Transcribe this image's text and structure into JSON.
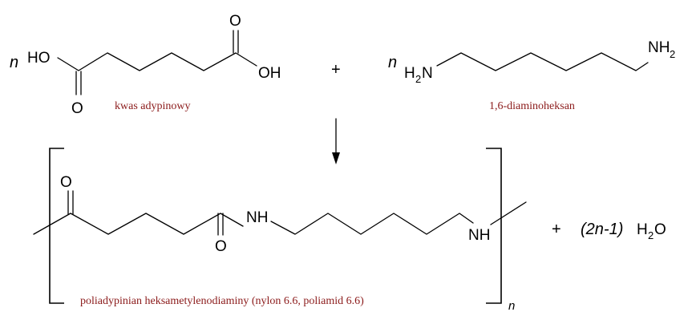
{
  "reactants": {
    "acid": {
      "coefficient": "n",
      "left_group": "HO",
      "right_oxygen": "O",
      "bottom_oxygen": "O",
      "right_group": "OH",
      "name": "kwas adypinowy"
    },
    "plus": "+",
    "diamine": {
      "coefficient": "n",
      "left_group_main": "H",
      "left_group_sub": "2",
      "left_group_tail": "N",
      "right_group_main": "NH",
      "right_group_sub": "2",
      "name": "1,6-diaminoheksan"
    }
  },
  "arrow": "reaction-arrow-down",
  "product": {
    "top_oxygen": "O",
    "bottom_oxygen": "O",
    "amide_nh": "NH",
    "end_nh": "NH",
    "repeat_subscript": "n",
    "name": "poliadypinian heksametylenodiaminy (nylon 6.6, poliamid  6.6)"
  },
  "byproduct": {
    "plus": "+",
    "coefficient": "(2n-1)",
    "water_main": "H",
    "water_sub": "2",
    "water_tail": "O"
  }
}
